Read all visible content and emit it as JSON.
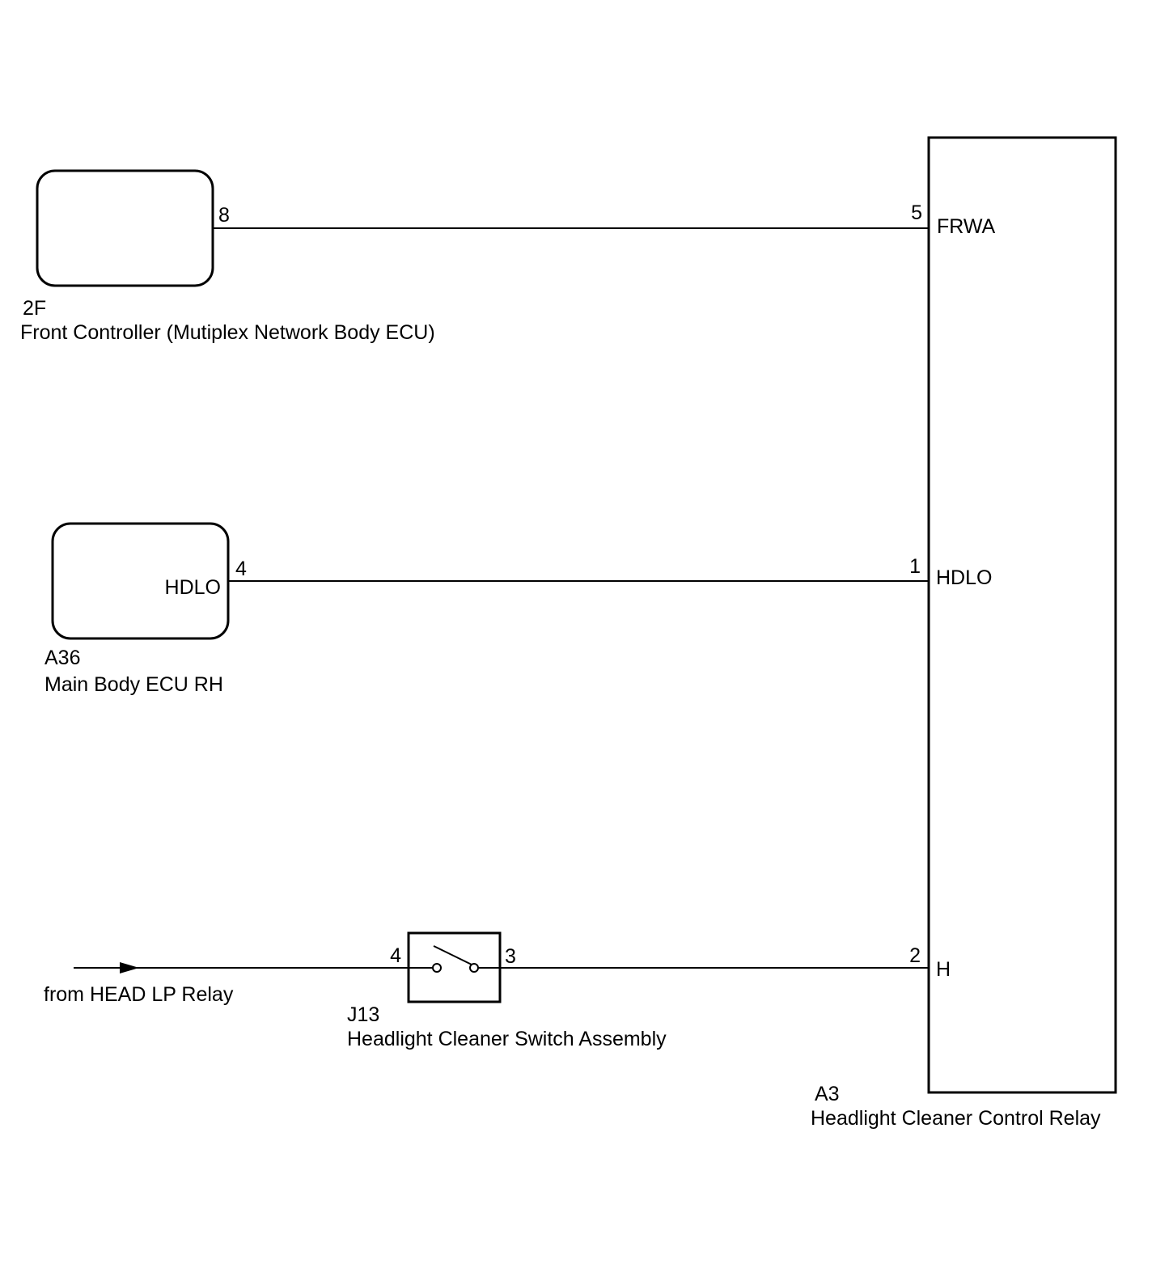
{
  "components": {
    "front_controller": {
      "code": "2F",
      "name": "Front Controller (Mutiplex Network Body ECU)",
      "pin": "8"
    },
    "main_body_ecu": {
      "code": "A36",
      "name": "Main Body ECU RH",
      "pin": "4",
      "terminal": "HDLO"
    },
    "switch_assembly": {
      "code": "J13",
      "name": "Headlight Cleaner Switch Assembly",
      "pin_in": "4",
      "pin_out": "3"
    },
    "control_relay": {
      "code": "A3",
      "name": "Headlight Cleaner Control Relay",
      "pins": [
        {
          "number": "5",
          "terminal": "FRWA"
        },
        {
          "number": "1",
          "terminal": "HDLO"
        },
        {
          "number": "2",
          "terminal": "H"
        }
      ]
    }
  },
  "source_label": "from HEAD LP Relay"
}
